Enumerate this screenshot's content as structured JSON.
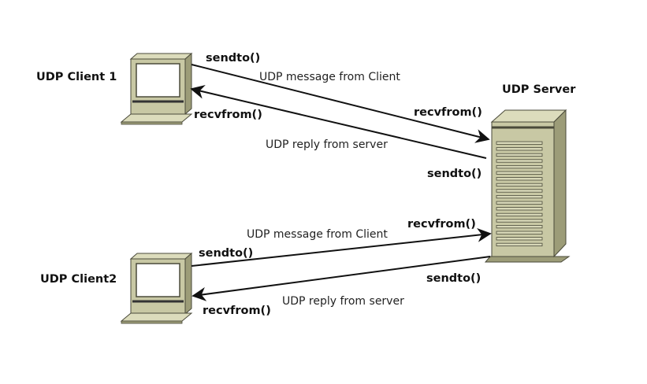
{
  "server": {
    "label": "UDP Server"
  },
  "clients": [
    {
      "label": "UDP Client 1"
    },
    {
      "label": "UDP Client2"
    }
  ],
  "exchanges": [
    {
      "client_send": "sendto()",
      "client_recv": "recvfrom()",
      "server_recv": "recvfrom()",
      "server_send": "sendto()",
      "request_message": "UDP message from Client",
      "reply_message": "UDP reply from server"
    },
    {
      "client_send": "sendto()",
      "client_recv": "recvfrom()",
      "server_recv": "recvfrom()",
      "server_send": "sendto()",
      "request_message": "UDP message from Client",
      "reply_message": "UDP reply from server"
    }
  ],
  "colors": {
    "device_body": "#c8c8a4",
    "device_side": "#9c9c78",
    "device_top": "#dcdcbc",
    "outline": "#4a4a3a",
    "screen": "#ffffff",
    "arrow": "#111111"
  }
}
